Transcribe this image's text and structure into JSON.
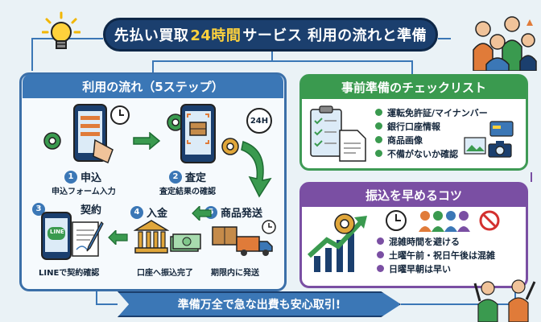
{
  "title": {
    "prefix": "先払い買取 ",
    "highlight": "24時間",
    "suffix": "サービス 利用の流れと準備"
  },
  "flow": {
    "heading": "利用の流れ（5ステップ）",
    "steps": [
      {
        "num": "1",
        "label": "申込",
        "sub": "申込フォーム入力"
      },
      {
        "num": "2",
        "label": "査定",
        "sub": "査定結果の確認"
      },
      {
        "num": "3",
        "label": "契約",
        "sub": "LINEで契約確認"
      },
      {
        "num": "4",
        "label": "入金",
        "sub": "口座へ振込完了"
      },
      {
        "num": "5",
        "label": "商品発送",
        "sub": "期限内に発送"
      }
    ],
    "badge_24h": "24H",
    "line_text": "LINE"
  },
  "checklist": {
    "heading": "事前準備のチェックリスト",
    "items": [
      "運転免許証/マイナンバー",
      "銀行口座情報",
      "商品画像",
      "不備がないか確認"
    ]
  },
  "tips": {
    "heading": "振込を早めるコツ",
    "items": [
      "混雑時間を避ける",
      "土曜午前・祝日午後は混雑",
      "日曜早朝は早い"
    ]
  },
  "banner": "準備万全で急な出費も安心取引!",
  "colors": {
    "navy": "#1b3f6e",
    "blue": "#3b77b6",
    "green": "#3a9a4f",
    "purple": "#7a4fa3",
    "yellow": "#ffd23c"
  }
}
